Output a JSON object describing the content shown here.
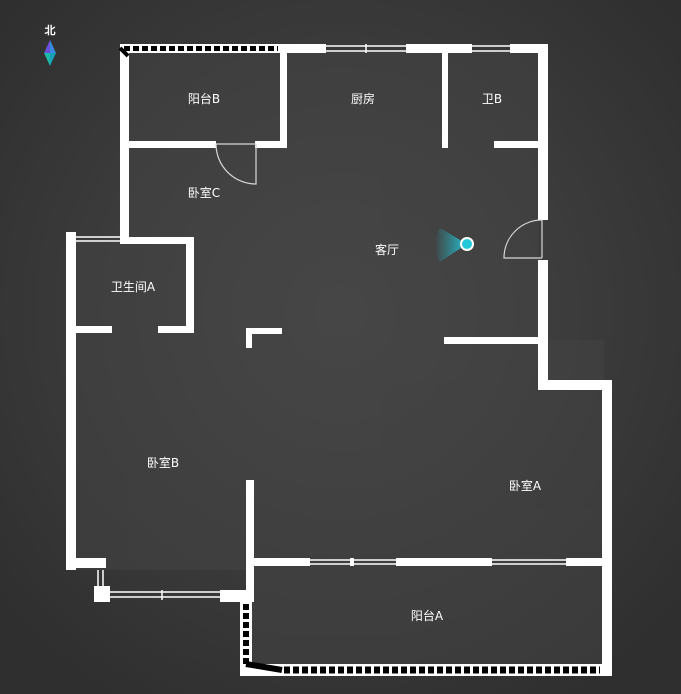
{
  "compass": {
    "label": "北",
    "icon": "north-compass-icon"
  },
  "rooms": {
    "balcony_b": "阳台B",
    "kitchen": "厨房",
    "bath_b": "卫B",
    "bedroom_c": "卧室C",
    "living_room": "客厅",
    "bath_a": "卫生间A",
    "bedroom_b": "卧室B",
    "bedroom_a": "卧室A",
    "balcony_a": "阳台A"
  },
  "viewer": {
    "icon": "viewpoint-marker-icon",
    "color": "#22c8d8"
  },
  "colors": {
    "wall": "#ffffff",
    "background": "#3a3a3a",
    "railing": "#000000"
  }
}
